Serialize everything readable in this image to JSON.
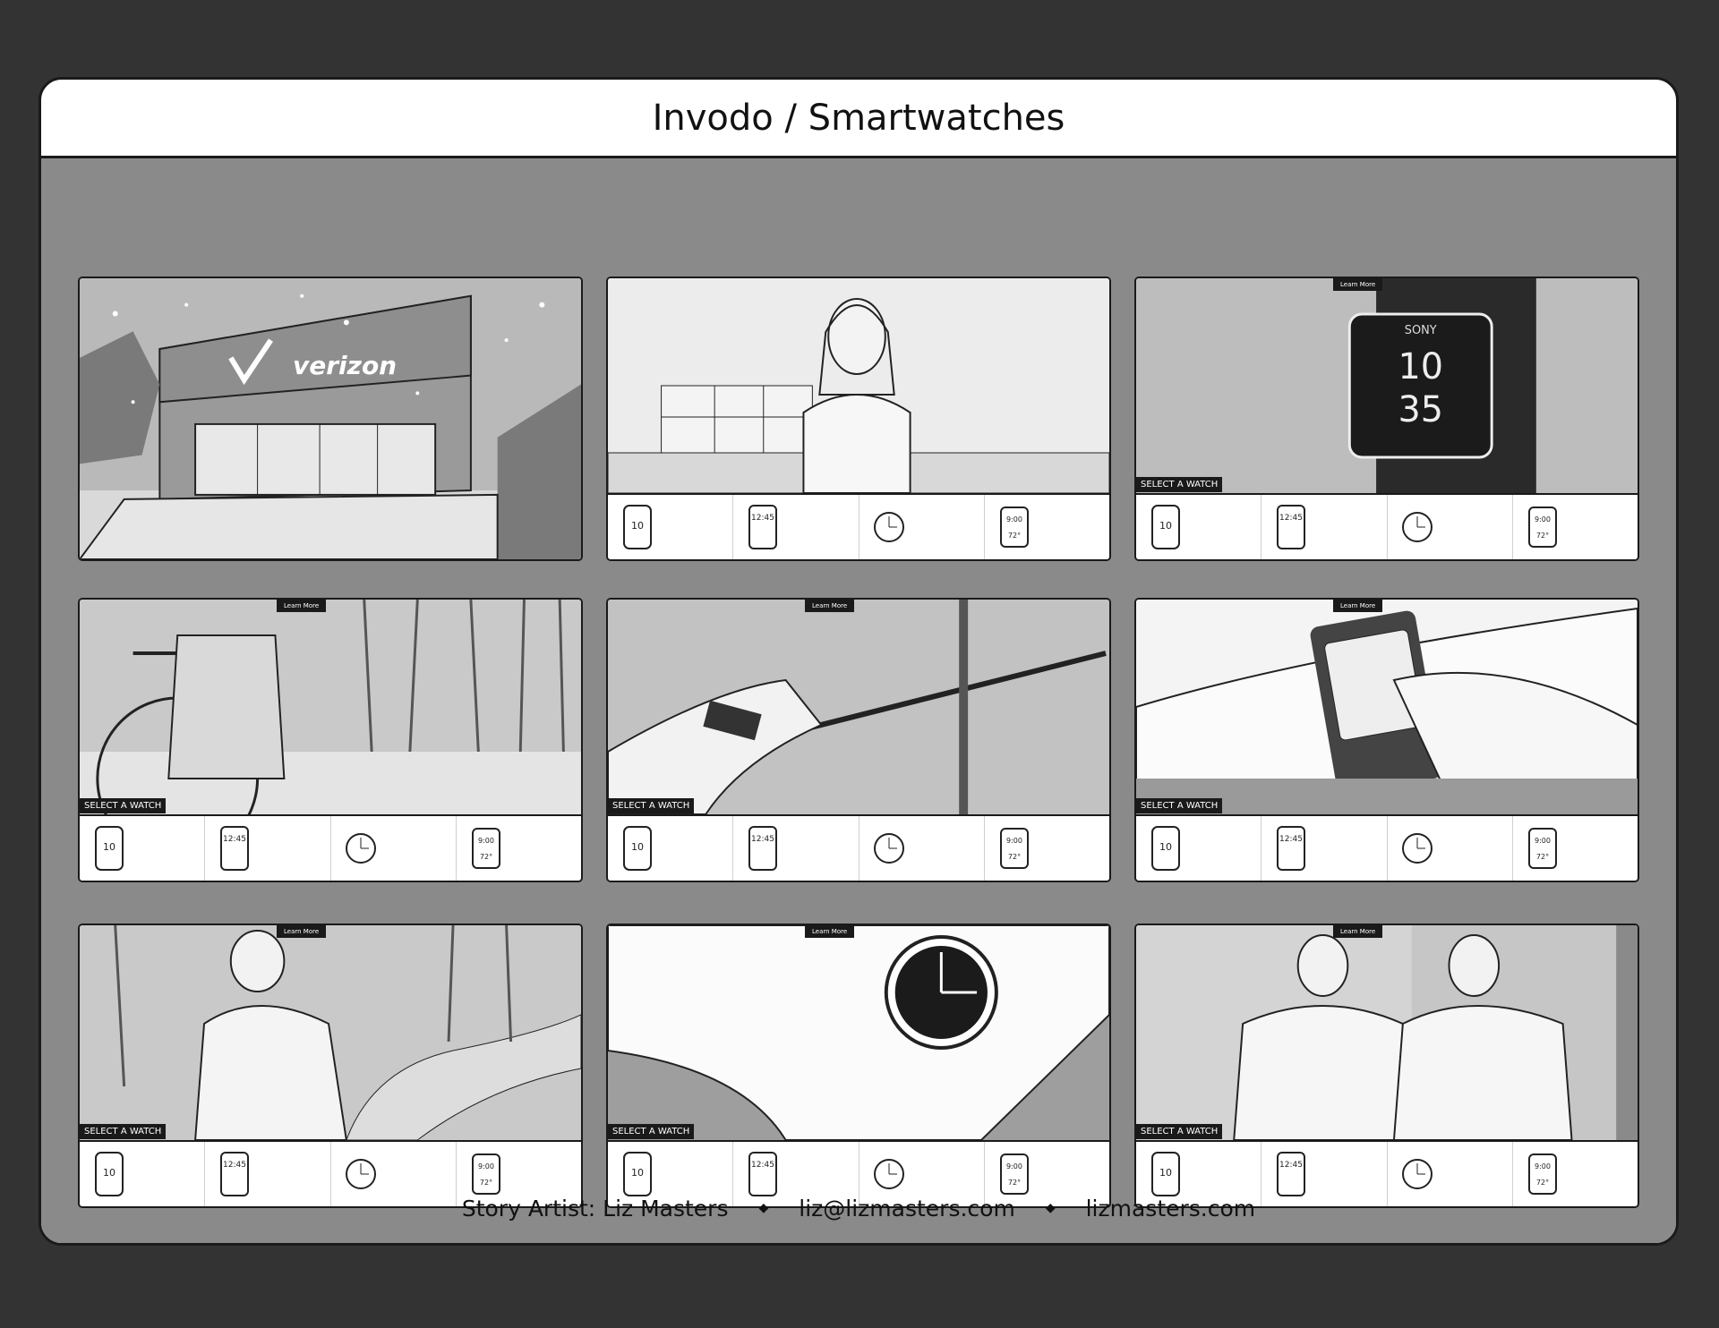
{
  "header": {
    "title": "Invodo / Smartwatches"
  },
  "footer": {
    "artist": "Story Artist: Liz Masters",
    "bullet": "◆",
    "email": "liz@lizmasters.com",
    "website": "lizmasters.com"
  },
  "panels": {
    "learn_more": "Learn More",
    "select_watch": "SELECT A WATCH",
    "store_sign": "verizon",
    "watch_brand": "SONY",
    "watch_time_hours": "10",
    "watch_time_minutes": "35",
    "strip_watch_1_hours": "10",
    "strip_watch_2_time": "12:45",
    "strip_watch_4_time": "9:00",
    "strip_watch_4_temp": "72°"
  }
}
